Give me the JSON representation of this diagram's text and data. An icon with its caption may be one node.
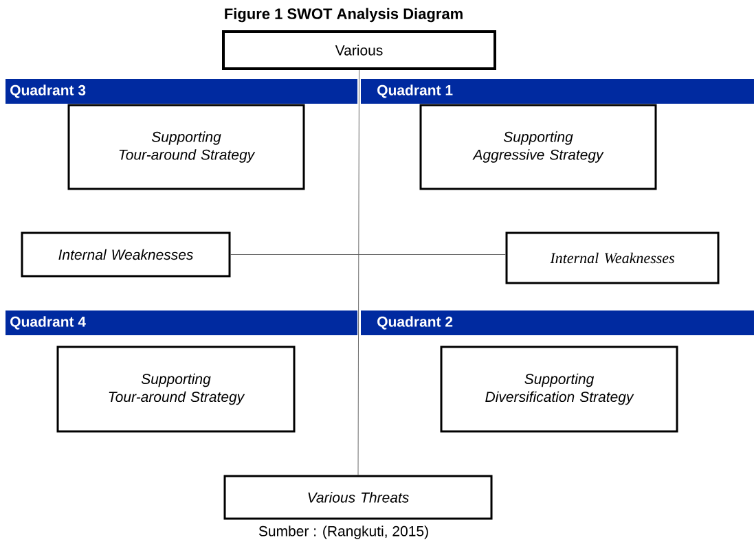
{
  "diagram": {
    "title": "Figure 1 SWOT Analysis Diagram",
    "nodes": [
      {
        "text": [
          "Various"
        ]
      },
      {
        "text": [
          "Quadrant 3"
        ]
      },
      {
        "text": [
          "Quadrant 1"
        ]
      },
      {
        "text": [
          "Supporting Tour-around Strategy"
        ]
      },
      {
        "text": [
          "Supporting Aggressive Strategy"
        ]
      },
      {
        "text": [
          "Internal Weaknesses"
        ]
      },
      {
        "text": [
          "Internal Weaknesses"
        ]
      },
      {
        "text": [
          "Quadrant 4"
        ]
      },
      {
        "text": [
          "Quadrant 2"
        ]
      },
      {
        "text": [
          "Supporting Tour-around Strategy"
        ]
      },
      {
        "text": [
          "Supporting Diversification Strategy"
        ]
      },
      {
        "text": [
          "Various Threats"
        ]
      }
    ],
    "edges": [
      {
        "from": 0,
        "to": 11,
        "arrow": "none"
      },
      {
        "from": 5,
        "to": 6,
        "arrow": "none"
      }
    ],
    "caption": "Sumber : (Rangkuti, 2015)"
  }
}
